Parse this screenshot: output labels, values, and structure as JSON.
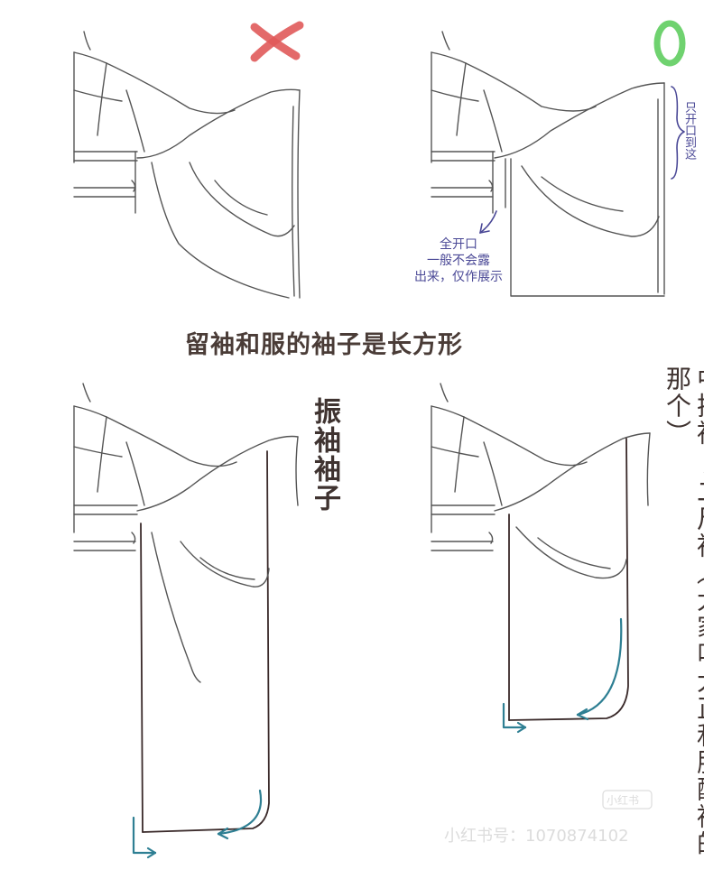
{
  "caption_main": "留袖和服的袖子是长方形",
  "label_furisode": "振袖袖子",
  "label_chu_furisode": "中振袖/二尺袖（大家叫大正和服配袴的那个）",
  "note_right_side": "只开口到这",
  "note_full_open": [
    "全开口",
    "一般不会露",
    "出来，仅作展示"
  ],
  "mark_wrong": "✕",
  "mark_right": "O",
  "watermark_logo": "小红书",
  "watermark_id": "小红书号：1070874102",
  "colors": {
    "wrong": "#e05a5a",
    "right": "#6fd26f",
    "arrow": "#2e7f93",
    "note": "#4a4896",
    "caption": "#4a3c37"
  }
}
